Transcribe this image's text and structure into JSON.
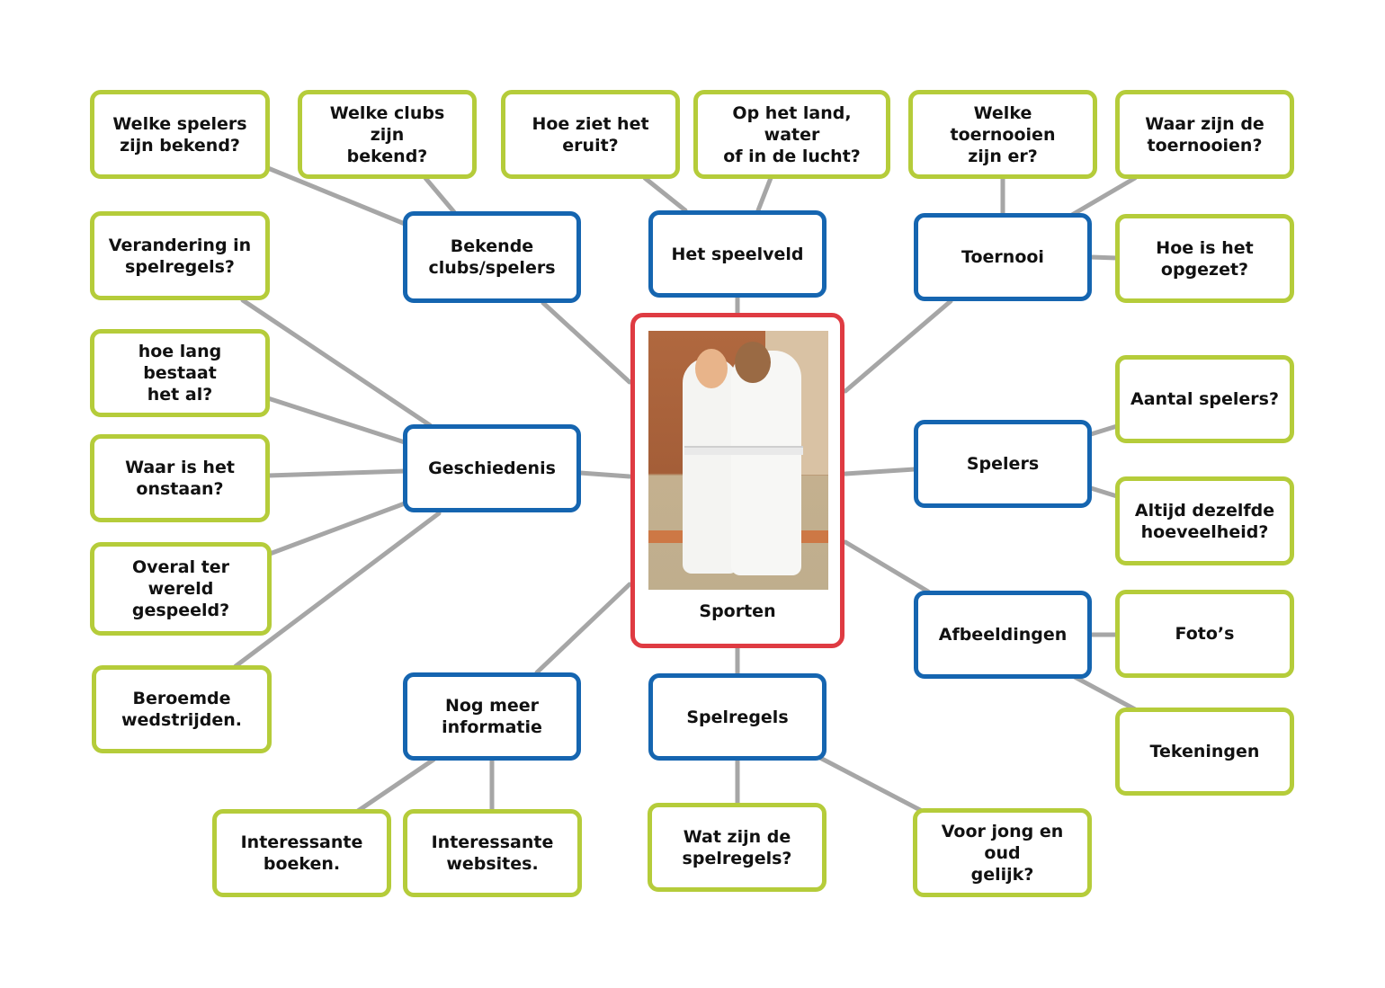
{
  "center": {
    "label": "Sporten"
  },
  "categories": {
    "bekende": "Bekende\nclubs/spelers",
    "speelveld": "Het speelveld",
    "toernooi": "Toernooi",
    "geschiedenis": "Geschiedenis",
    "spelers": "Spelers",
    "afbeeldingen": "Afbeeldingen",
    "nogmeer": "Nog meer\ninformatie",
    "spelregels": "Spelregels"
  },
  "questions": {
    "welke_spelers": "Welke spelers\nzijn bekend?",
    "welke_clubs": "Welke clubs zijn\nbekend?",
    "hoe_ziet": "Hoe ziet het\neruit?",
    "op_het_land": "Op het land, water\nof in de lucht?",
    "welke_toernooien": "Welke toernooien\nzijn er?",
    "waar_toernooien": "Waar zijn de\ntoernooien?",
    "verandering": "Verandering in\nspelregels?",
    "hoe_is_opgezet": "Hoe is het\nopgezet?",
    "hoe_lang": "hoe lang bestaat\nhet al?",
    "aantal_spelers": "Aantal spelers?",
    "waar_onstaan": "Waar is het\nonstaan?",
    "altijd_dezelfde": "Altijd dezelfde\nhoeveelheid?",
    "overal": "Overal ter wereld\ngespeeld?",
    "fotos": "Foto’s",
    "beroemde": "Beroemde\nwedstrijden.",
    "tekeningen": "Tekeningen",
    "boeken": "Interessante\nboeken.",
    "websites": "Interessante\nwebsites.",
    "wat_spelregels": "Wat zijn de\nspelregels?",
    "jong_oud": "Voor jong en oud\ngelijk?"
  },
  "colors": {
    "question_border": "#b5cc3a",
    "category_border": "#1565b0",
    "center_border": "#df3b42",
    "connector": "#a6a6a6"
  }
}
